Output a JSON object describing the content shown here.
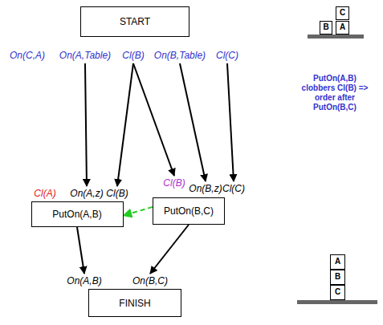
{
  "diagram": {
    "nodes": [
      {
        "text": [
          "START"
        ]
      },
      {
        "text": [
          "PutOn(A,B)"
        ]
      },
      {
        "text": [
          "PutOn(B,C)"
        ]
      },
      {
        "text": [
          "FINISH"
        ]
      }
    ],
    "edges": [
      {
        "from": 0,
        "to": 1,
        "arrow": "to"
      },
      {
        "from": 0,
        "to": 1,
        "arrow": "to"
      },
      {
        "from": 0,
        "to": 2,
        "arrow": "to"
      },
      {
        "from": 0,
        "to": 2,
        "arrow": "to"
      },
      {
        "from": 0,
        "to": 2,
        "arrow": "to"
      },
      {
        "from": 1,
        "to": 3,
        "arrow": "to"
      },
      {
        "from": 2,
        "to": 3,
        "arrow": "to"
      },
      {
        "from": 2,
        "to": 1,
        "arrow": "to"
      }
    ],
    "labels": [
      "On(C,A)",
      "On(A,Table)",
      "Cl(B)",
      "On(B,Table)",
      "Cl(C)",
      "Cl(A)",
      "On(A,z)",
      "Cl(B)",
      "Cl(B)",
      "On(B,z)",
      "Cl(C)",
      "On(A,B)",
      "On(B,C)",
      "PutOn(A,B) clobbers Cl(B) => order after PutOn(B,C)",
      "C",
      "B",
      "A",
      "A",
      "B",
      "C"
    ]
  }
}
